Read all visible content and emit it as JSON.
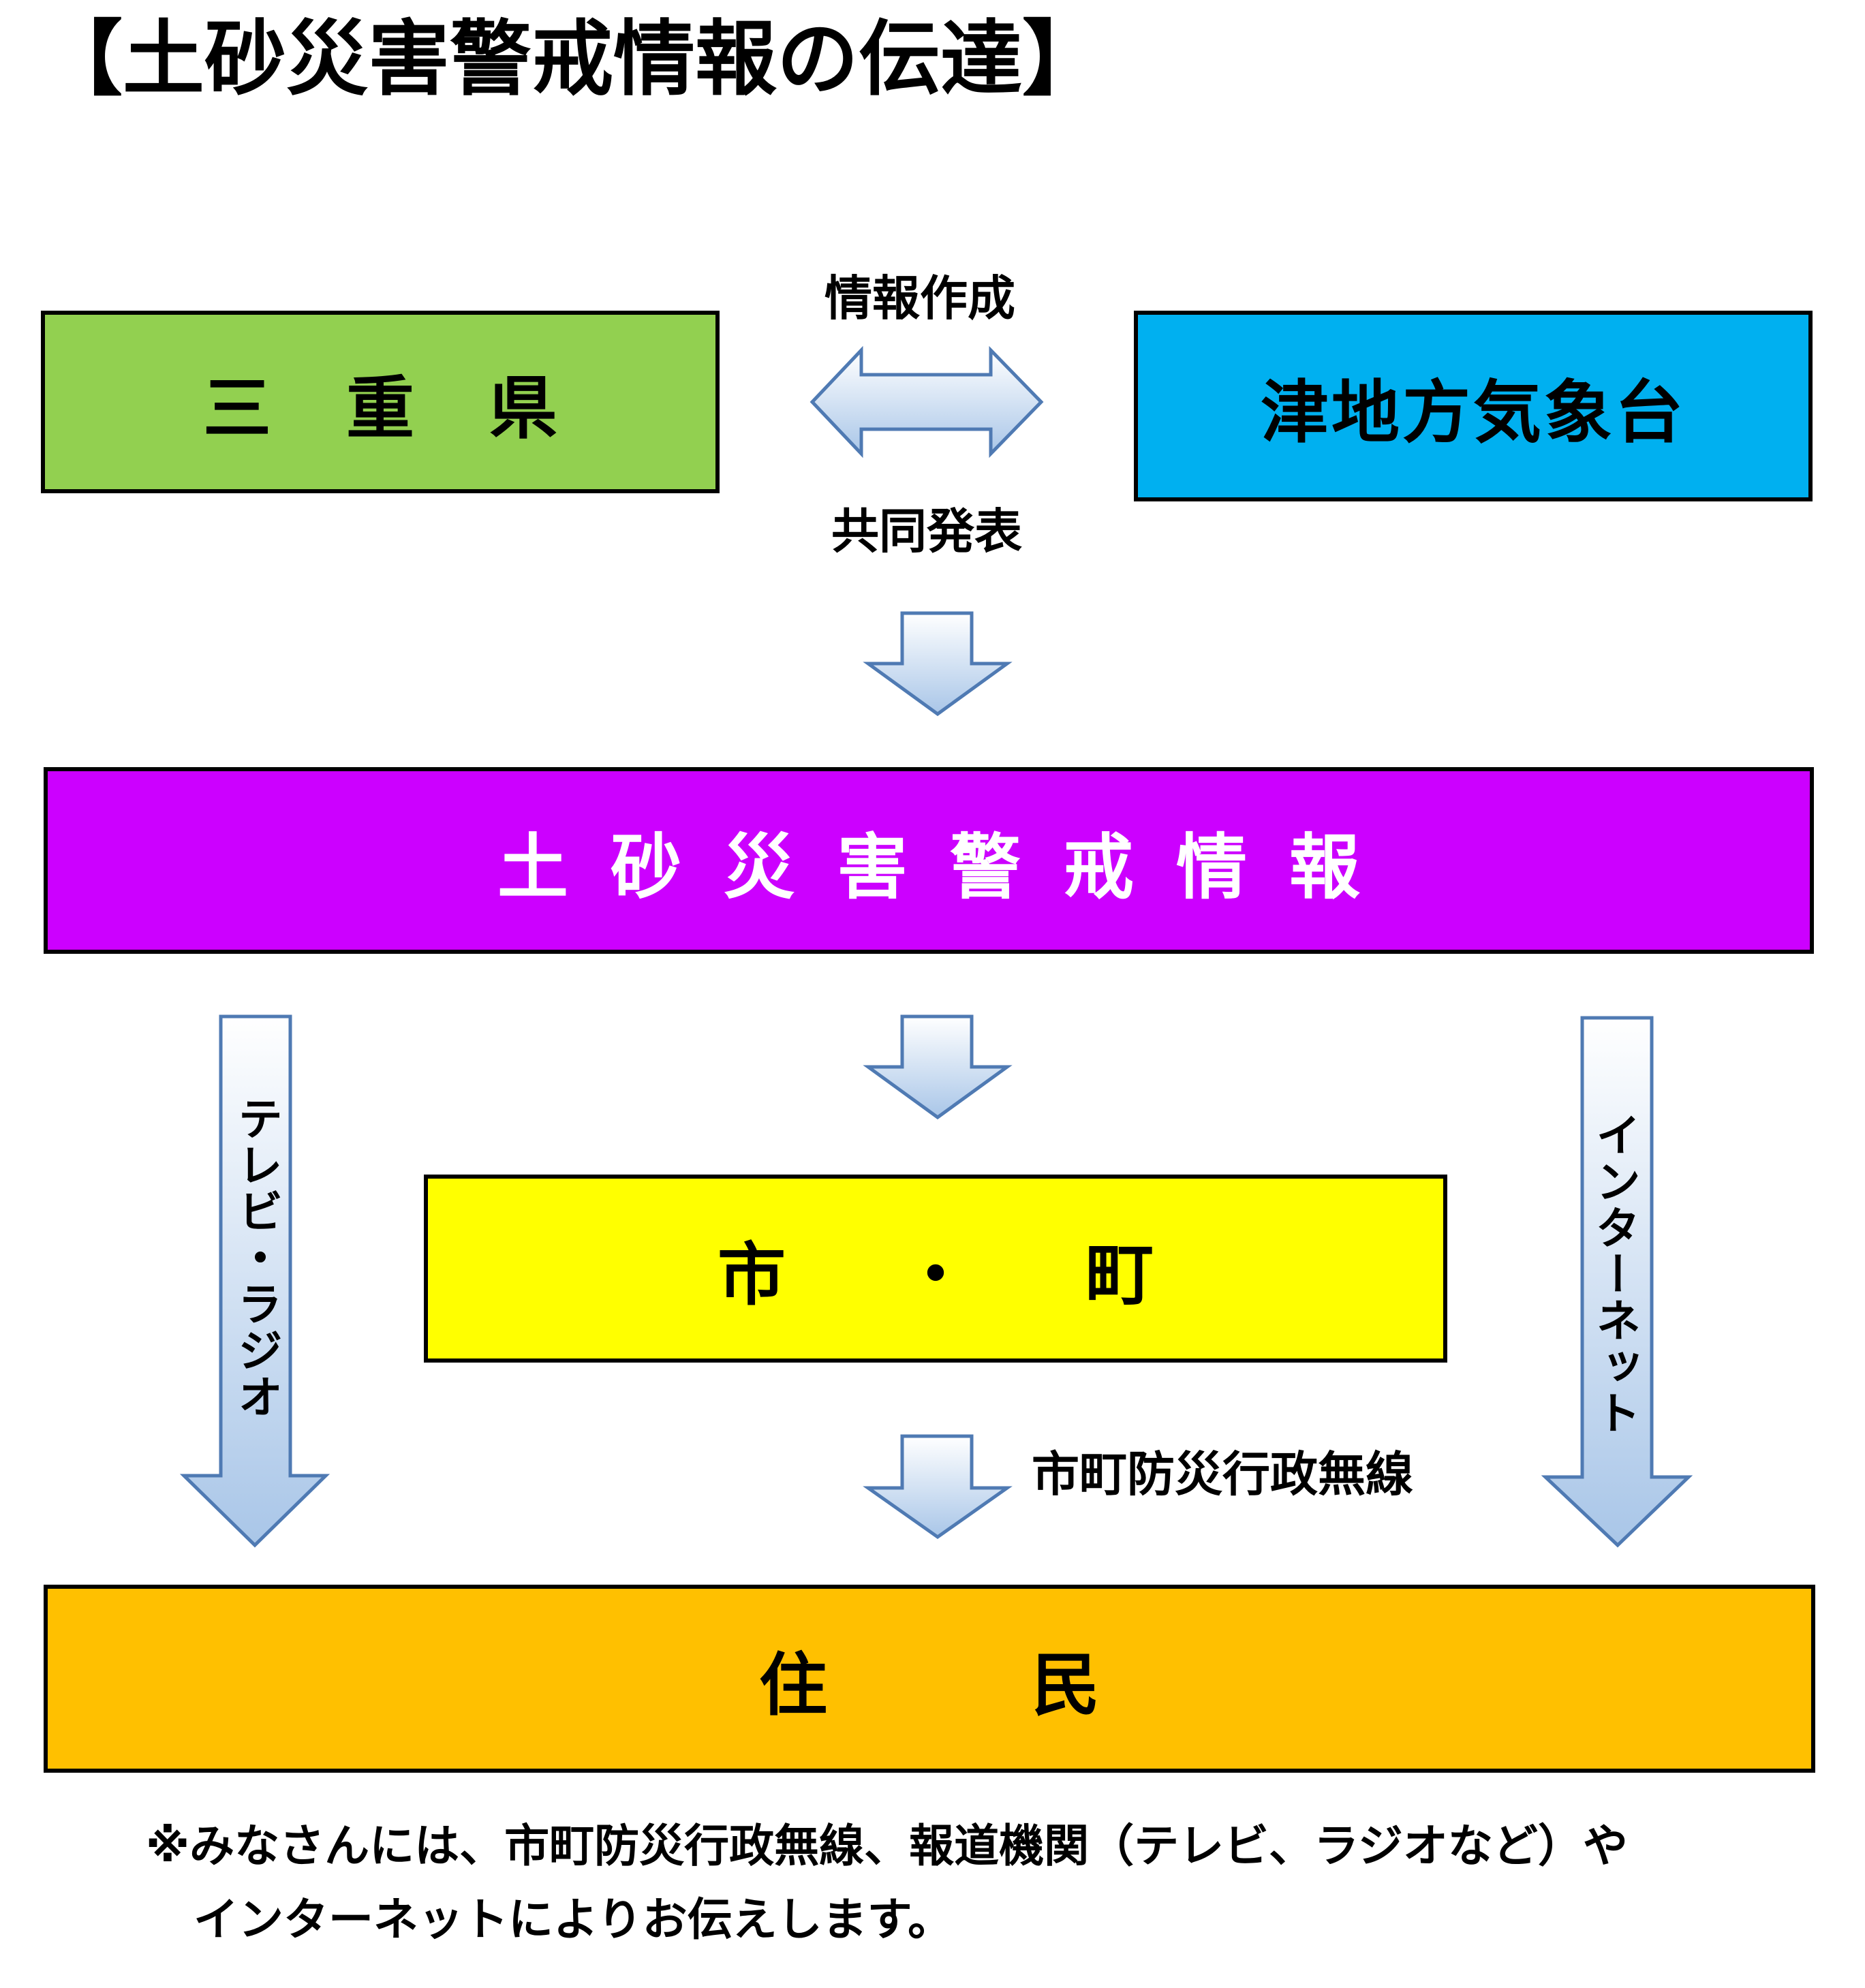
{
  "title": "【土砂災害警戒情報の伝達】",
  "boxes": {
    "mie": {
      "label": "三重県",
      "color": "#92D050"
    },
    "jma": {
      "label": "津地方気象台",
      "color": "#00B0F0"
    },
    "alert": {
      "label": "土砂災害警戒情報",
      "color": "#CC00FF"
    },
    "city": {
      "label": "市・町",
      "color": "#FFFF00"
    },
    "residents": {
      "label": "住民",
      "color": "#FFC000"
    }
  },
  "labels": {
    "create": "情報作成",
    "joint": "共同発表",
    "tv_radio": "テレビ・ラジオ",
    "internet": "インターネット",
    "wireless": "市町防災行政無線"
  },
  "note": {
    "line1": "※みなさんには、市町防災行政無線、報道機関（テレビ、ラジオなど）や",
    "line2": "インターネットによりお伝えします。"
  },
  "arrow_colors": {
    "fill_top": "#FFFFFF",
    "fill_bottom": "#A9C6E8",
    "stroke": "#4F7AB3"
  }
}
